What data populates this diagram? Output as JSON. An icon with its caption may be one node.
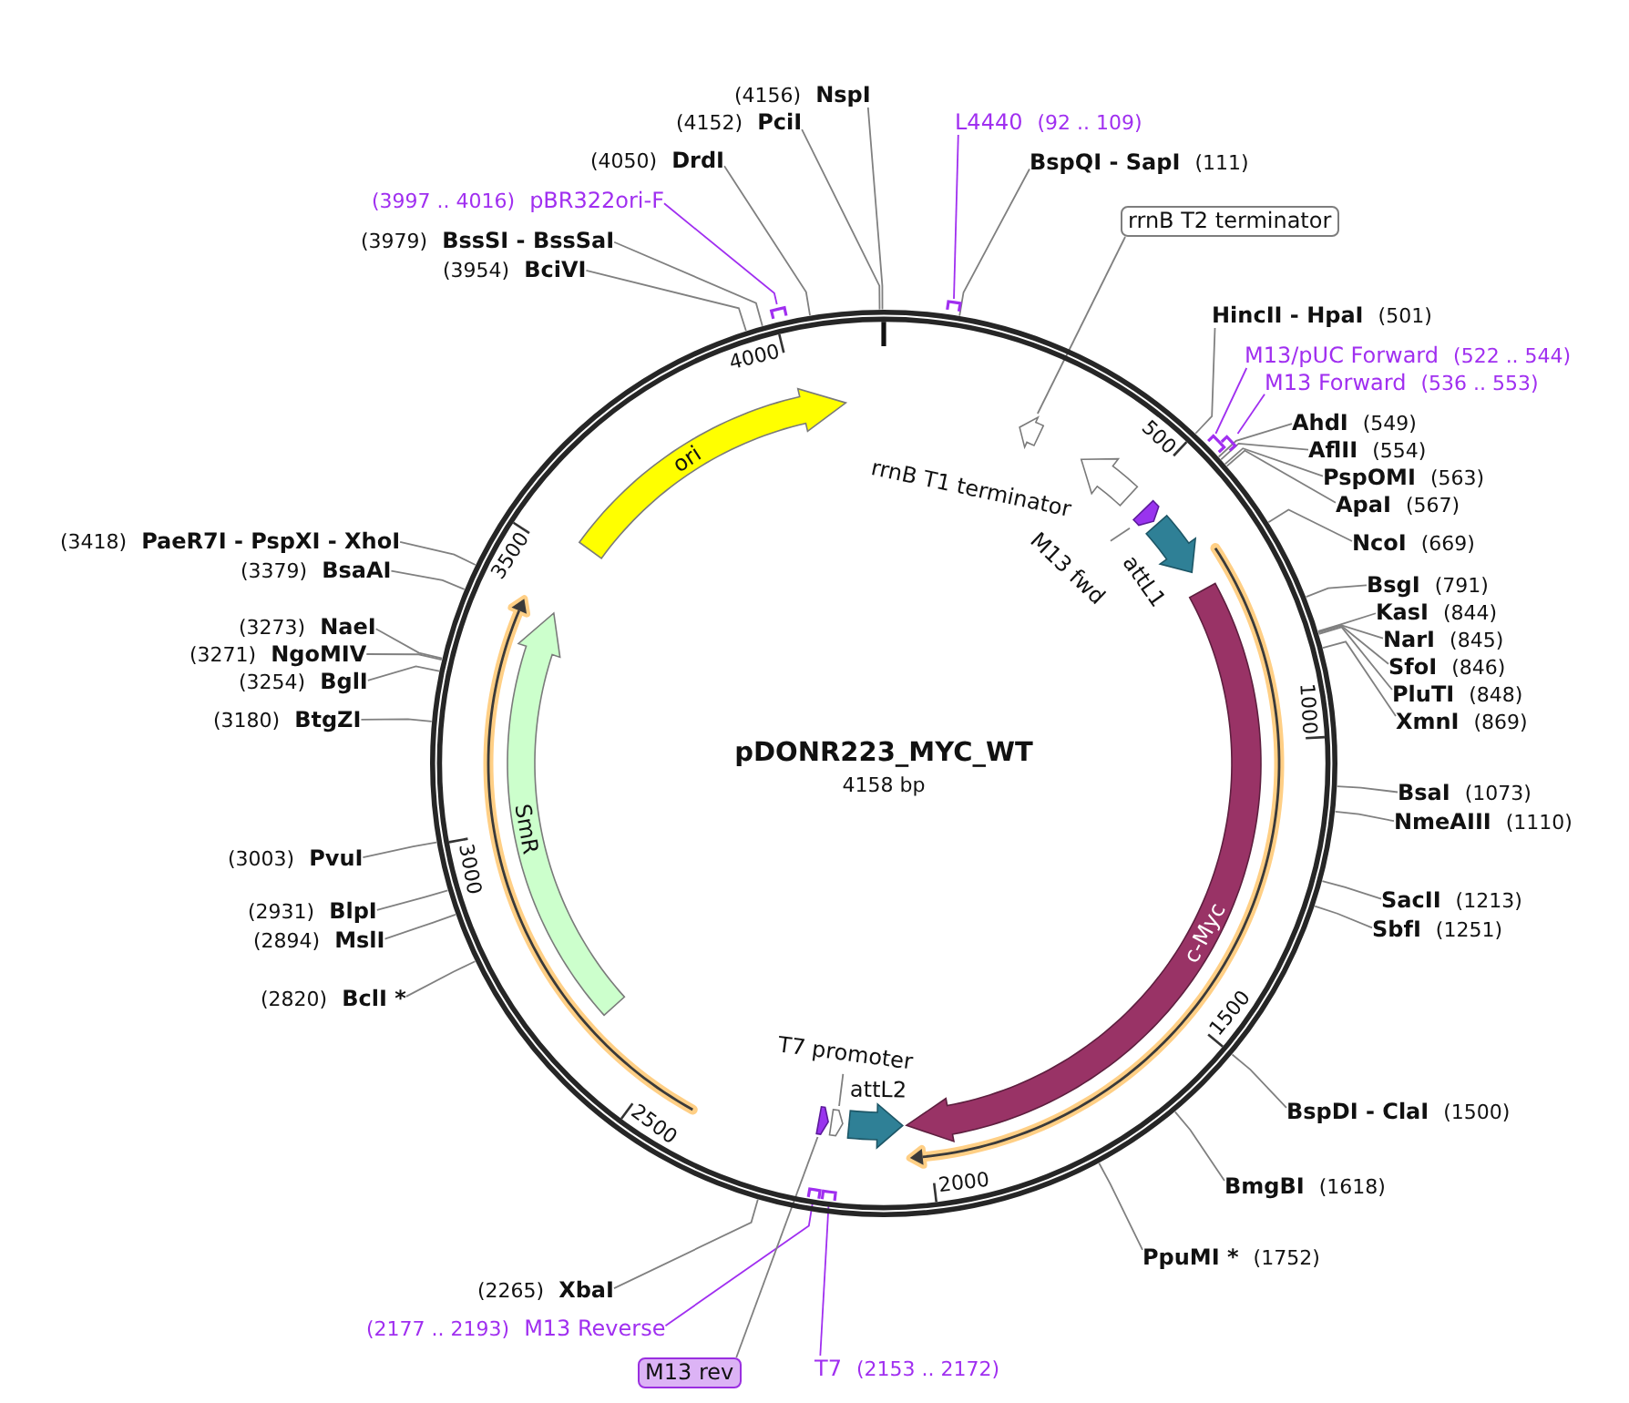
{
  "diagram": {
    "nodes": [
      {
        "text": [
          "pDONR223_MYC_WT",
          "4158 bp"
        ]
      },
      {
        "text": [
          "(4156)",
          "NspI"
        ]
      },
      {
        "text": [
          "(4152)",
          "PciI"
        ]
      },
      {
        "text": [
          "(4050)",
          "DrdI"
        ]
      },
      {
        "text": [
          "(3997 .. 4016)",
          "pBR322ori-F"
        ]
      },
      {
        "text": [
          "(3979)",
          "BssSI - BssSaI"
        ]
      },
      {
        "text": [
          "(3954)",
          "BciVI"
        ]
      },
      {
        "text": [
          "(3418)",
          "PaeR7I - PspXI - XhoI"
        ]
      },
      {
        "text": [
          "(3379)",
          "BsaAI"
        ]
      },
      {
        "text": [
          "(3273)",
          "NaeI"
        ]
      },
      {
        "text": [
          "(3271)",
          "NgoMIV"
        ]
      },
      {
        "text": [
          "(3254)",
          "BglI"
        ]
      },
      {
        "text": [
          "(3180)",
          "BtgZI"
        ]
      },
      {
        "text": [
          "(3003)",
          "PvuI"
        ]
      },
      {
        "text": [
          "(2931)",
          "BlpI"
        ]
      },
      {
        "text": [
          "(2894)",
          "MslI"
        ]
      },
      {
        "text": [
          "(2820)",
          "BclI *"
        ]
      },
      {
        "text": [
          "(2265)",
          "XbaI"
        ]
      },
      {
        "text": [
          "(2177 .. 2193)",
          "M13 Reverse"
        ]
      },
      {
        "text": [
          "M13 rev"
        ]
      },
      {
        "text": [
          "T7",
          "(2153 .. 2172)"
        ]
      },
      {
        "text": [
          "L4440",
          "(92 .. 109)"
        ]
      },
      {
        "text": [
          "BspQI - SapI",
          "(111)"
        ]
      },
      {
        "text": [
          "rrnB T2 terminator"
        ]
      },
      {
        "text": [
          "HincII - HpaI",
          "(501)"
        ]
      },
      {
        "text": [
          "M13/pUC Forward",
          "(522 .. 544)"
        ]
      },
      {
        "text": [
          "M13 Forward",
          "(536 .. 553)"
        ]
      },
      {
        "text": [
          "AhdI",
          "(549)"
        ]
      },
      {
        "text": [
          "AflII",
          "(554)"
        ]
      },
      {
        "text": [
          "PspOMI",
          "(563)"
        ]
      },
      {
        "text": [
          "ApaI",
          "(567)"
        ]
      },
      {
        "text": [
          "NcoI",
          "(669)"
        ]
      },
      {
        "text": [
          "BsgI",
          "(791)"
        ]
      },
      {
        "text": [
          "KasI",
          "(844)"
        ]
      },
      {
        "text": [
          "NarI",
          "(845)"
        ]
      },
      {
        "text": [
          "SfoI",
          "(846)"
        ]
      },
      {
        "text": [
          "PluTI",
          "(848)"
        ]
      },
      {
        "text": [
          "XmnI",
          "(869)"
        ]
      },
      {
        "text": [
          "BsaI",
          "(1073)"
        ]
      },
      {
        "text": [
          "NmeAIII",
          "(1110)"
        ]
      },
      {
        "text": [
          "SacII",
          "(1213)"
        ]
      },
      {
        "text": [
          "SbfI",
          "(1251)"
        ]
      },
      {
        "text": [
          "BspDI - ClaI",
          "(1500)"
        ]
      },
      {
        "text": [
          "BmgBI",
          "(1618)"
        ]
      },
      {
        "text": [
          "PpuMI *",
          "(1752)"
        ]
      },
      {
        "text": [],
        "shape": "bracket"
      },
      {
        "text": [],
        "shape": "bracket"
      },
      {
        "text": [],
        "shape": "bracket"
      },
      {
        "text": [],
        "shape": "bracket"
      },
      {
        "text": [],
        "shape": "bracket",
        "in": 0
      },
      {
        "text": [],
        "shape": "bracket",
        "in": 0
      },
      {
        "text": [
          "ori"
        ],
        "in": 0
      },
      {
        "text": [],
        "shape": "arrow",
        "in": 0
      },
      {
        "text": [
          "rrnB T1 terminator"
        ],
        "in": 0
      },
      {
        "text": [],
        "shape": "arrow",
        "in": 0
      },
      {
        "text": [
          "M13 fwd"
        ],
        "in": 0
      },
      {
        "text": [
          "attL1"
        ],
        "in": 0
      },
      {
        "text": [
          "SmR"
        ],
        "in": 0
      },
      {
        "text": [
          "c-Myc"
        ],
        "in": 0
      },
      {
        "text": [
          "T7 promoter"
        ],
        "in": 0
      },
      {
        "text": [],
        "shape": "arrow",
        "in": 0
      },
      {
        "text": [],
        "shape": "arrow",
        "in": 0
      },
      {
        "text": [
          "attL2"
        ],
        "in": 0
      }
    ],
    "edges": [
      {
        "from": 1,
        "to": 0,
        "arrow": "none"
      },
      {
        "from": 2,
        "to": 0,
        "arrow": "none"
      },
      {
        "from": 3,
        "to": 0,
        "arrow": "none"
      },
      {
        "from": 4,
        "to": 46,
        "arrow": "none",
        "color": "#a02ff0"
      },
      {
        "from": 5,
        "to": 0,
        "arrow": "none"
      },
      {
        "from": 6,
        "to": 0,
        "arrow": "none"
      },
      {
        "from": 7,
        "to": 0,
        "arrow": "none"
      },
      {
        "from": 8,
        "to": 0,
        "arrow": "none"
      },
      {
        "from": 9,
        "to": 0,
        "arrow": "none"
      },
      {
        "from": 10,
        "to": 0,
        "arrow": "none"
      },
      {
        "from": 11,
        "to": 0,
        "arrow": "none"
      },
      {
        "from": 12,
        "to": 0,
        "arrow": "none"
      },
      {
        "from": 13,
        "to": 0,
        "arrow": "none"
      },
      {
        "from": 14,
        "to": 0,
        "arrow": "none"
      },
      {
        "from": 15,
        "to": 0,
        "arrow": "none"
      },
      {
        "from": 16,
        "to": 0,
        "arrow": "none"
      },
      {
        "from": 17,
        "to": 0,
        "arrow": "none"
      },
      {
        "from": 18,
        "to": 49,
        "arrow": "none",
        "color": "#a02ff0"
      },
      {
        "from": 19,
        "to": 61,
        "arrow": "none"
      },
      {
        "from": 20,
        "to": 50,
        "arrow": "none",
        "color": "#a02ff0"
      },
      {
        "from": 21,
        "to": 45,
        "arrow": "none",
        "color": "#a02ff0"
      },
      {
        "from": 22,
        "to": 0,
        "arrow": "none"
      },
      {
        "from": 23,
        "to": 52,
        "arrow": "none"
      },
      {
        "from": 24,
        "to": 0,
        "arrow": "none"
      },
      {
        "from": 25,
        "to": 47,
        "arrow": "none",
        "color": "#a02ff0"
      },
      {
        "from": 26,
        "to": 48,
        "arrow": "none",
        "color": "#a02ff0"
      },
      {
        "from": 27,
        "to": 0,
        "arrow": "none"
      },
      {
        "from": 28,
        "to": 0,
        "arrow": "none"
      },
      {
        "from": 29,
        "to": 0,
        "arrow": "none"
      },
      {
        "from": 30,
        "to": 0,
        "arrow": "none"
      },
      {
        "from": 31,
        "to": 0,
        "arrow": "none"
      },
      {
        "from": 32,
        "to": 0,
        "arrow": "none"
      },
      {
        "from": 33,
        "to": 0,
        "arrow": "none"
      },
      {
        "from": 34,
        "to": 0,
        "arrow": "none"
      },
      {
        "from": 35,
        "to": 0,
        "arrow": "none"
      },
      {
        "from": 36,
        "to": 0,
        "arrow": "none"
      },
      {
        "from": 37,
        "to": 0,
        "arrow": "none"
      },
      {
        "from": 38,
        "to": 0,
        "arrow": "none"
      },
      {
        "from": 39,
        "to": 0,
        "arrow": "none"
      },
      {
        "from": 40,
        "to": 0,
        "arrow": "none"
      },
      {
        "from": 41,
        "to": 0,
        "arrow": "none"
      },
      {
        "from": 42,
        "to": 0,
        "arrow": "none"
      },
      {
        "from": 43,
        "to": 0,
        "arrow": "none"
      },
      {
        "from": 44,
        "to": 0,
        "arrow": "none"
      },
      {
        "from": 55,
        "to": 54,
        "arrow": "none"
      },
      {
        "from": 59,
        "to": 60,
        "arrow": "none"
      }
    ],
    "labels": [
      "500",
      "1000",
      "1500",
      "2000",
      "2500",
      "3000",
      "3500",
      "4000"
    ]
  }
}
